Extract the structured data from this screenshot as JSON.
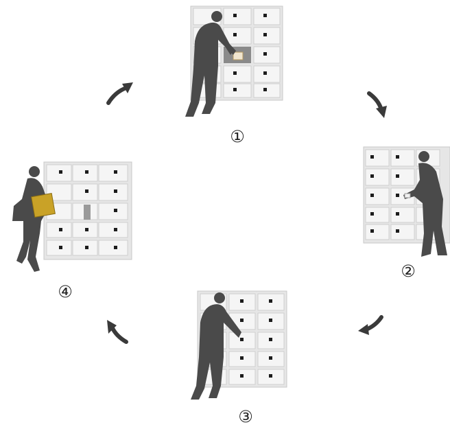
{
  "diagram": {
    "steps": [
      {
        "label": "①"
      },
      {
        "label": "②"
      },
      {
        "label": "③"
      },
      {
        "label": "④"
      }
    ],
    "colors": {
      "locker_body": "#e9e9e9",
      "locker_panel": "#f4f4f4",
      "locker_edge": "#c8c8c8",
      "handle": "#1c1c1c",
      "person": "#4a4a4a",
      "arrow": "#3a3a3a",
      "parcel": "#c9a227"
    },
    "icons": {
      "person": "person-silhouette-icon",
      "locker": "locker-bank-icon",
      "arrow": "curved-arrow-icon",
      "parcel": "parcel-icon"
    }
  }
}
